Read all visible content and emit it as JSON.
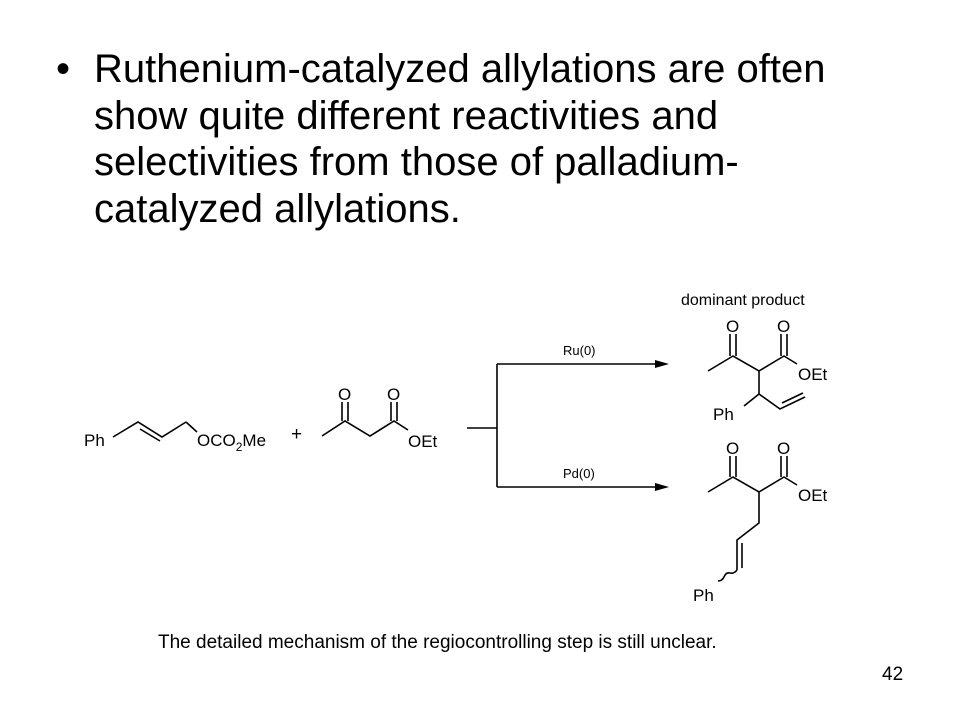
{
  "bullet": {
    "text": "Ruthenium-catalyzed allylations are often show quite different reactivities and selectivities from those of palladium-catalyzed allylations."
  },
  "scheme": {
    "dominant_label": "dominant product",
    "ru_label": "Ru(0)",
    "pd_label": "Pd(0)",
    "plus": "+",
    "ph": "Ph",
    "ococ2me": "OCO",
    "sub2": "2",
    "me": "Me",
    "o": "O",
    "oet": "OEt"
  },
  "caption": "The detailed mechanism of the regiocontrolling step is still unclear.",
  "page_number": "42"
}
